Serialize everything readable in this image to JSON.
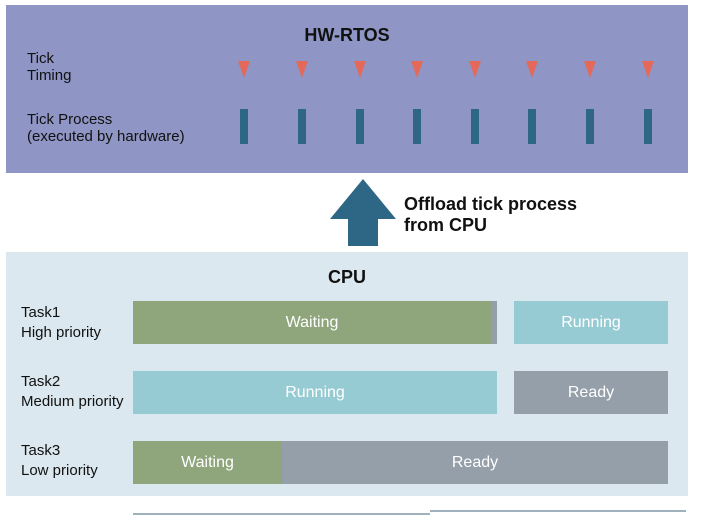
{
  "hw_rtos": {
    "title": "HW-RTOS",
    "rows": [
      {
        "label": "Tick\nTiming"
      },
      {
        "label": "Tick Process\n(executed by hardware)"
      }
    ],
    "tick_count": 8
  },
  "offload": {
    "text": "Offload tick process\nfrom CPU"
  },
  "cpu": {
    "title": "CPU",
    "tasks": [
      {
        "name": "Task1",
        "priority": "High priority",
        "segments": [
          {
            "label": "Waiting",
            "state": "waiting"
          },
          {
            "label": "Running",
            "state": "running"
          }
        ]
      },
      {
        "name": "Task2",
        "priority": "Medium priority",
        "segments": [
          {
            "label": "Running",
            "state": "running"
          },
          {
            "label": "Ready",
            "state": "ready"
          }
        ]
      },
      {
        "name": "Task3",
        "priority": "Low priority",
        "segments": [
          {
            "label": "Waiting",
            "state": "waiting"
          },
          {
            "label": "Ready",
            "state": "ready"
          }
        ]
      }
    ]
  },
  "colors": {
    "hw_background": "#8f95c4",
    "cpu_background": "#dbe8ef",
    "tick_marker": "#e36a5b",
    "tick_bar": "#2e6785",
    "arrow": "#2e6785",
    "waiting": "#8fa67d",
    "running": "#97cbd4",
    "ready": "#959faa"
  }
}
